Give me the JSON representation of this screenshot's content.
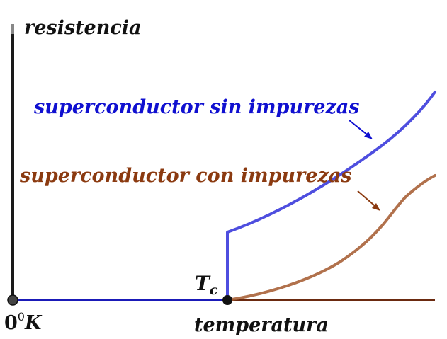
{
  "labels": {
    "y_axis": "resistencia",
    "x_axis": "temperatura",
    "origin_base": "0",
    "origin_sup": "0",
    "origin_unit": "K",
    "tc_main": "T",
    "tc_sub": "c",
    "pure_curve": "superconductor sin impurezas",
    "impure_curve": "superconductor con impurezas"
  },
  "colors": {
    "axis": "#1a1a1a",
    "pure": "#2a2ad8",
    "pure_low": "#1a1ab8",
    "impure": "#a05a2c",
    "impure_low": "#6b2a10",
    "pure_text": "#1010d0",
    "impure_text": "#8b3a10",
    "point": "#111111",
    "origin_point": "#444444"
  },
  "chart_data": {
    "type": "line",
    "title": "",
    "xlabel": "temperatura",
    "ylabel": "resistencia",
    "critical_temperature_label": "Tc",
    "origin_label": "0⁰K",
    "series": [
      {
        "name": "superconductor sin impurezas",
        "x": [
          0,
          1,
          1,
          1.2,
          1.4,
          1.6,
          1.8,
          2.0
        ],
        "y": [
          0,
          0,
          1,
          1.1,
          1.25,
          1.5,
          1.85,
          2.3
        ]
      },
      {
        "name": "superconductor con impurezas",
        "x": [
          0,
          1,
          1.15,
          1.3,
          1.5,
          1.65,
          1.8,
          1.9,
          2.0
        ],
        "y": [
          0,
          0,
          0.05,
          0.15,
          0.38,
          0.6,
          0.95,
          1.3,
          1.45
        ]
      }
    ]
  }
}
